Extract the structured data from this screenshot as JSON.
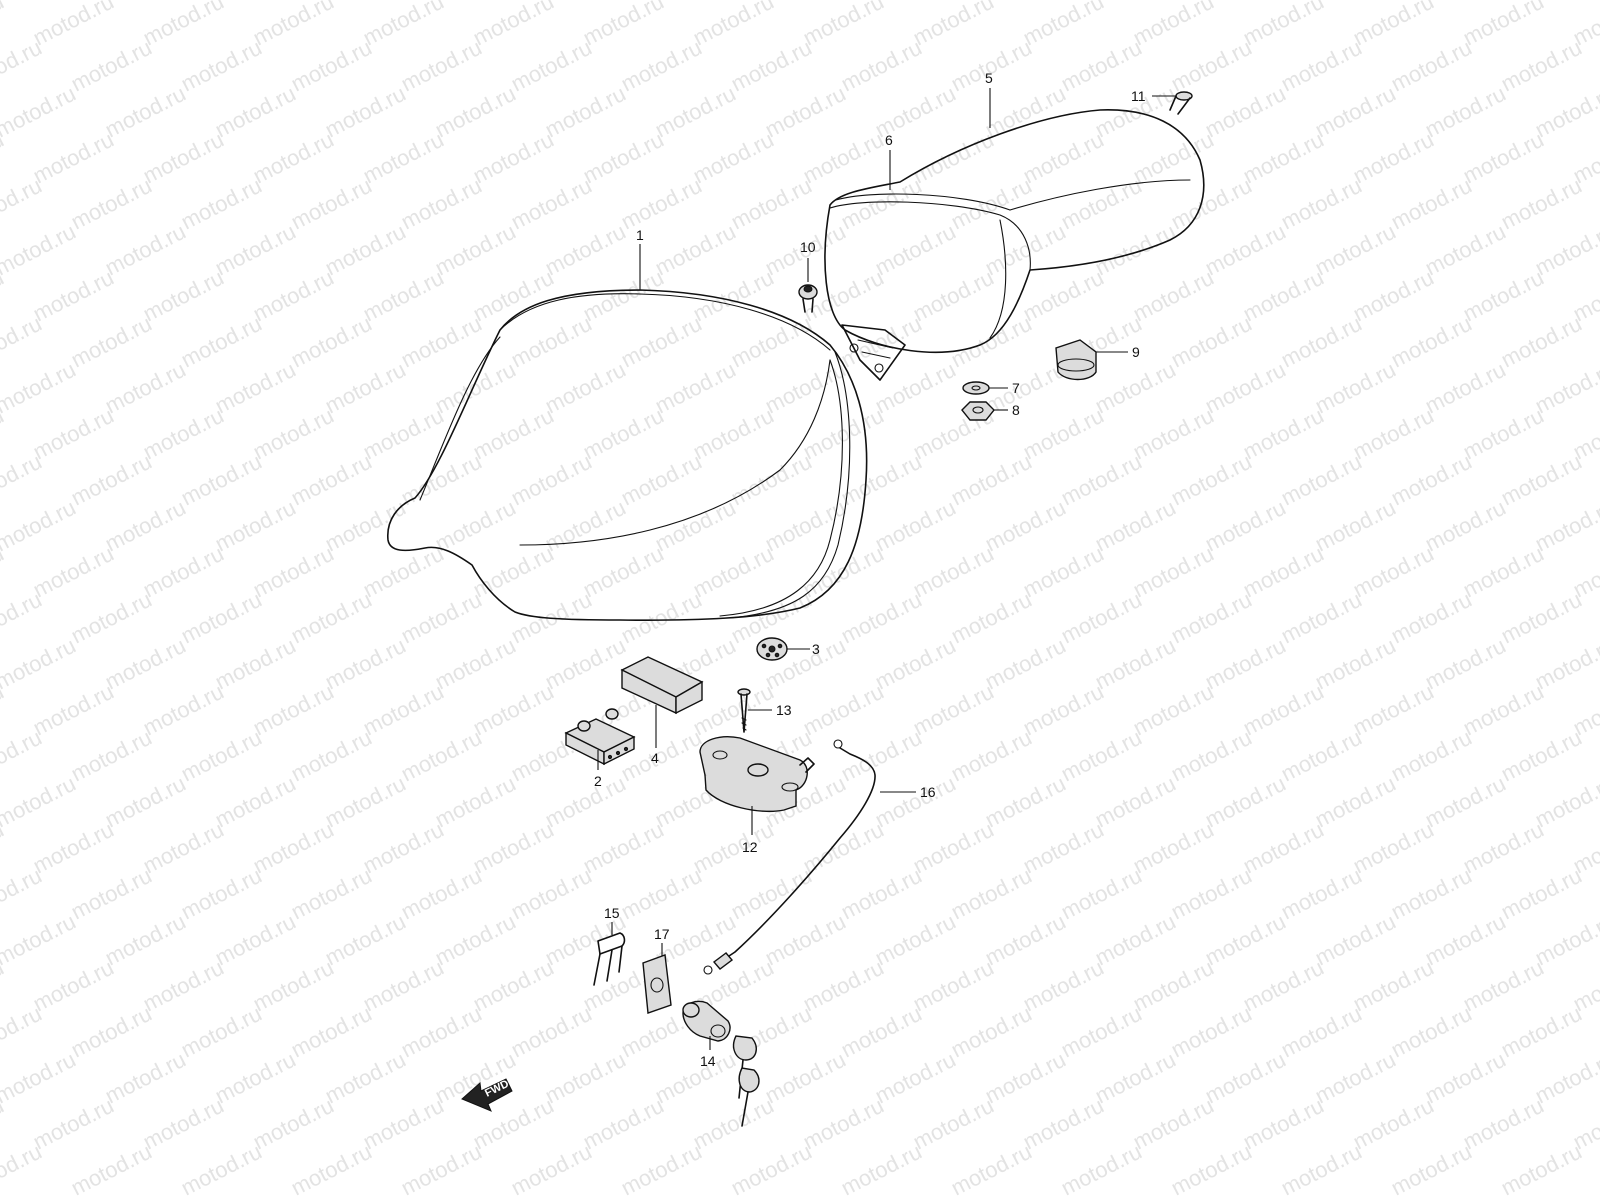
{
  "watermark": {
    "text": "motod.ru"
  },
  "fwd": {
    "label": "FWD"
  },
  "callouts": [
    {
      "id": "p1",
      "label": "1"
    },
    {
      "id": "p2",
      "label": "2"
    },
    {
      "id": "p3",
      "label": "3"
    },
    {
      "id": "p4",
      "label": "4"
    },
    {
      "id": "p5",
      "label": "5"
    },
    {
      "id": "p6",
      "label": "6"
    },
    {
      "id": "p7",
      "label": "7"
    },
    {
      "id": "p8",
      "label": "8"
    },
    {
      "id": "p9",
      "label": "9"
    },
    {
      "id": "p10",
      "label": "10"
    },
    {
      "id": "p11",
      "label": "11"
    },
    {
      "id": "p12",
      "label": "12"
    },
    {
      "id": "p13",
      "label": "13"
    },
    {
      "id": "p14",
      "label": "14"
    },
    {
      "id": "p15",
      "label": "15"
    },
    {
      "id": "p16",
      "label": "16"
    },
    {
      "id": "p17",
      "label": "17"
    }
  ]
}
